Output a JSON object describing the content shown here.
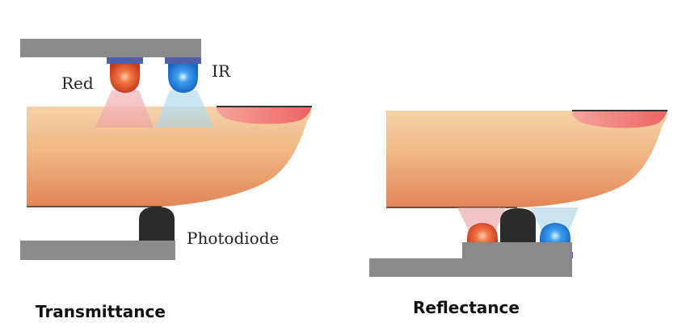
{
  "labels": {
    "red": "Red",
    "ir": "IR",
    "photodiode": "Photodiode",
    "transmittance": "Transmittance",
    "reflectance": "Reflectance"
  },
  "colors": {
    "housing": "#8a8a8a",
    "red_led": "#e8552e",
    "ir_led": "#2f8fe0",
    "photodiode": "#2b2b2b",
    "finger_light": "#f3cfa3",
    "finger_dark": "#e08a5a",
    "nail": "#f07a78"
  }
}
